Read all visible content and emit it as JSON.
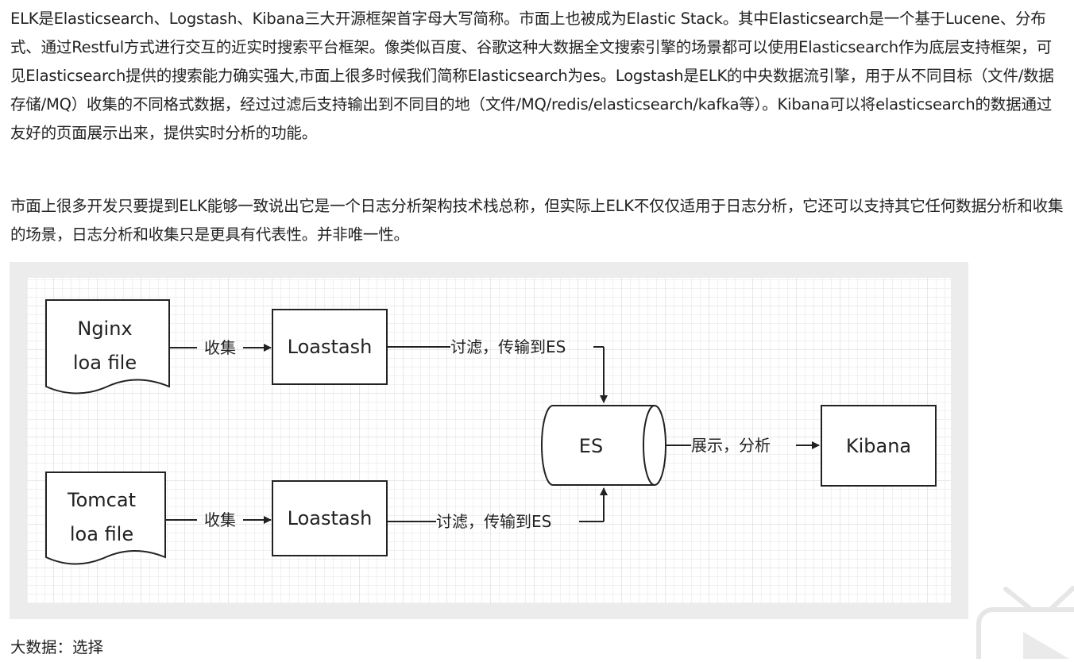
{
  "article": {
    "paragraph_1": "ELK是Elasticsearch、Logstash、Kibana三大开源框架首字母大写简称。市面上也被成为Elastic Stack。其中Elasticsearch是一个基于Lucene、分布式、通过Restful方式进行交互的近实时搜索平台框架。像类似百度、谷歌这种大数据全文搜索引擎的场景都可以使用Elasticsearch作为底层支持框架，可见Elasticsearch提供的搜索能力确实强大,市面上很多时候我们简称Elasticsearch为es。Logstash是ELK的中央数据流引擎，用于从不同目标（文件/数据存储/MQ）收集的不同格式数据，经过过滤后支持输出到不同目的地（文件/MQ/redis/elasticsearch/kafka等）。Kibana可以将elasticsearch的数据通过友好的页面展示出来，提供实时分析的功能。",
    "paragraph_2": "市面上很多开发只要提到ELK能够一致说出它是一个日志分析架构技术栈总称，但实际上ELK不仅仅适用于日志分析，它还可以支持其它任何数据分析和收集的场景，日志分析和收集只是更具有代表性。并非唯一性。",
    "caption": "大数据：选择"
  },
  "diagram": {
    "nginx_file": [
      "Nginx",
      "loa file"
    ],
    "tomcat_file": [
      "Tomcat",
      "loa file"
    ],
    "logstash_top": "Loastash",
    "logstash_bottom": "Loastash",
    "es": "ES",
    "kibana": "Kibana",
    "collect_top": "收集",
    "collect_bottom": "收集",
    "filter_top": "讨滤，传输到ES",
    "filter_bottom": "讨滤，传输到ES",
    "display": "展示，分析"
  },
  "icons": {
    "overlay": "video-player-icon"
  }
}
